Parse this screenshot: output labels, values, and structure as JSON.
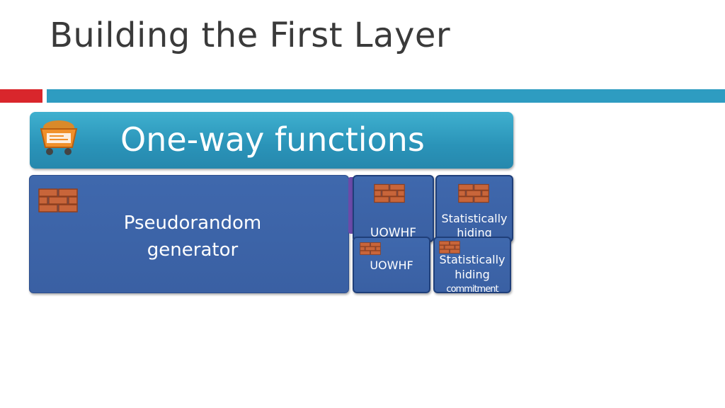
{
  "slide": {
    "title": "Building the First Layer"
  },
  "one_way": {
    "label": "One-way functions"
  },
  "prg": {
    "label_line1": "Pseudorandom",
    "label_line2": "generator"
  },
  "back_boxes": {
    "uowhf": "UOWHF",
    "stat_line1": "Statistically",
    "stat_line2": "hiding"
  },
  "front_boxes": {
    "uowhf": "UOWHF",
    "stat_line1": "Statistically",
    "stat_line2": "hiding",
    "stat_line3": "commitment"
  },
  "colors": {
    "accent_red": "#d9262c",
    "accent_teal": "#2e9cc1",
    "box_blue": "#3f68ad"
  }
}
